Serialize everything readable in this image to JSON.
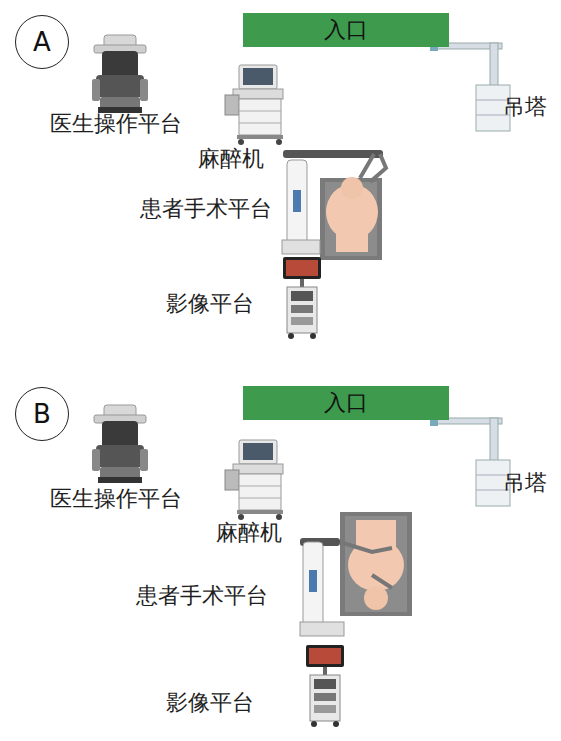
{
  "diagram": {
    "nodes": [
      {
        "text": [
          "A"
        ]
      },
      {
        "text": [
          "入口"
        ]
      },
      {
        "text": [
          "B"
        ]
      },
      {
        "text": [
          "入口"
        ]
      }
    ],
    "labels": [
      "吊塔",
      "医生操作平台",
      "麻醉机",
      "患者手术平台",
      "影像平台",
      "吊塔",
      "医生操作平台",
      "麻醉机",
      "患者手术平台",
      "影像平台"
    ]
  }
}
